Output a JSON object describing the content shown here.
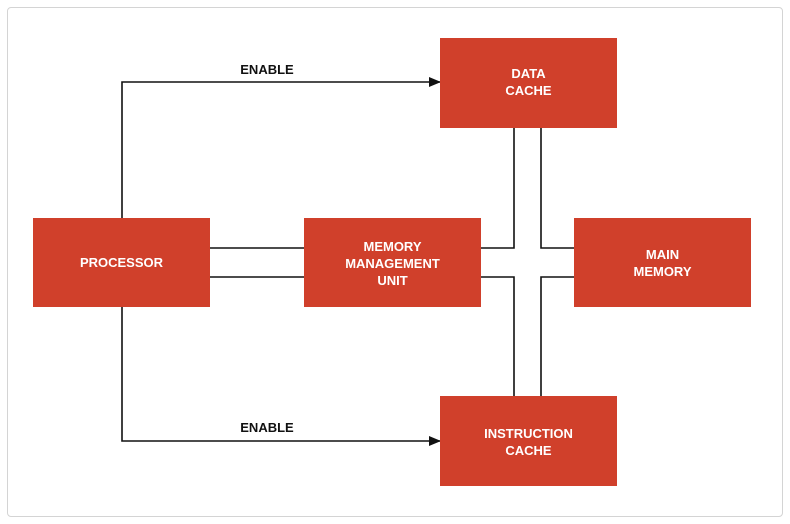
{
  "nodes": {
    "processor": [
      "PROCESSOR"
    ],
    "mmu": [
      "MEMORY",
      "MANAGEMENT",
      "UNIT"
    ],
    "data_cache": [
      "DATA",
      "CACHE"
    ],
    "instruction_cache": [
      "INSTRUCTION",
      "CACHE"
    ],
    "main_memory": [
      "MAIN",
      "MEMORY"
    ]
  },
  "edges": {
    "enable_top": "ENABLE",
    "enable_bottom": "ENABLE"
  },
  "colors": {
    "box_fill": "#d0402b",
    "line": "#111111"
  }
}
